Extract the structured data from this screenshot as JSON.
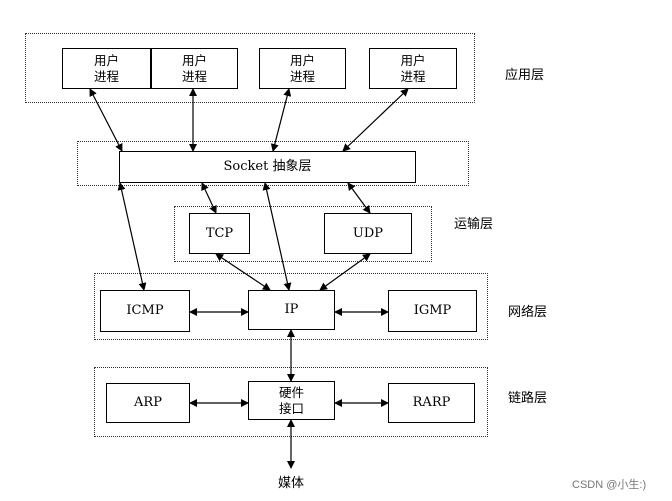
{
  "layers": {
    "application": "应用层",
    "transport": "运输层",
    "network": "网络层",
    "link": "链路层"
  },
  "nodes": {
    "user_process_1": "用户\n进程",
    "user_process_2": "用户\n进程",
    "user_process_3": "用户\n进程",
    "user_process_4": "用户\n进程",
    "socket": "Socket 抽象层",
    "tcp": "TCP",
    "udp": "UDP",
    "icmp": "ICMP",
    "ip": "IP",
    "igmp": "IGMP",
    "arp": "ARP",
    "hw_interface": "硬件\n接口",
    "rarp": "RARP",
    "media": "媒体"
  },
  "watermark": "CSDN @小生:)"
}
